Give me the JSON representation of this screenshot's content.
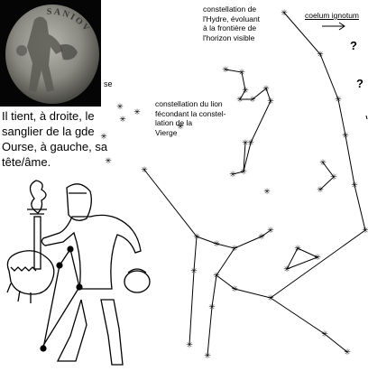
{
  "coin": {
    "legend_letters": "SANIOV"
  },
  "caption": "Il tient, à droite, le sanglier de la gde Ourse, à gauche, sa tête/âme.",
  "hydra_label": [
    "constellation de",
    "l'Hydre, évoluant",
    "à la frontière de",
    "l'horizon visible"
  ],
  "lion_label": [
    "constellation du lion",
    "fécondant la constel-",
    "lation de la",
    "Vierge"
  ],
  "coelum_label": "coelum ignotum",
  "question_marks": [
    "?",
    "?"
  ],
  "fragment_se": "se",
  "colors": {
    "ink": "#000000",
    "background": "#ffffff",
    "coin_background": "#050505",
    "coin_metal": "#8a8a82"
  },
  "icons": [
    "asterisk-star-icon",
    "right-arrow-icon",
    "silver-coin-image",
    "torch-bearer-figure"
  ]
}
